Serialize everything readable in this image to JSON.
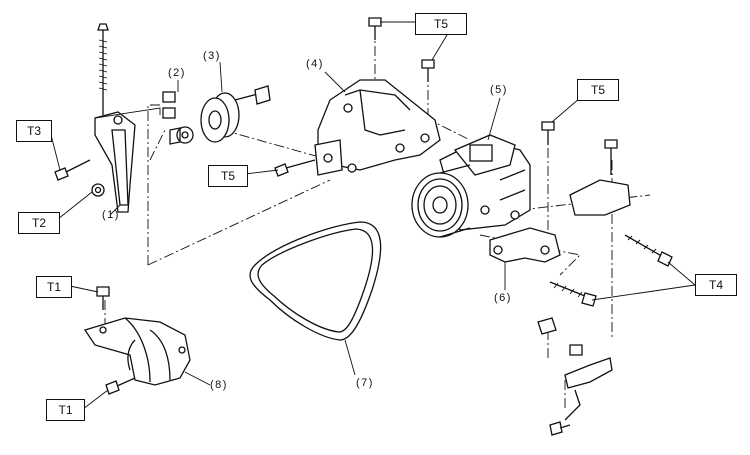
{
  "callouts": {
    "t5_top": "T5",
    "t5_right": "T5",
    "t5_left": "T5",
    "t3": "T3",
    "t2": "T2",
    "t4": "T4",
    "t1_top": "T1",
    "t1_bottom": "T1"
  },
  "part_numbers": {
    "p1": "(1)",
    "p2": "(2)",
    "p3": "(3)",
    "p4": "(4)",
    "p5": "(5)",
    "p6": "(6)",
    "p7": "(7)",
    "p8": "(8)"
  }
}
